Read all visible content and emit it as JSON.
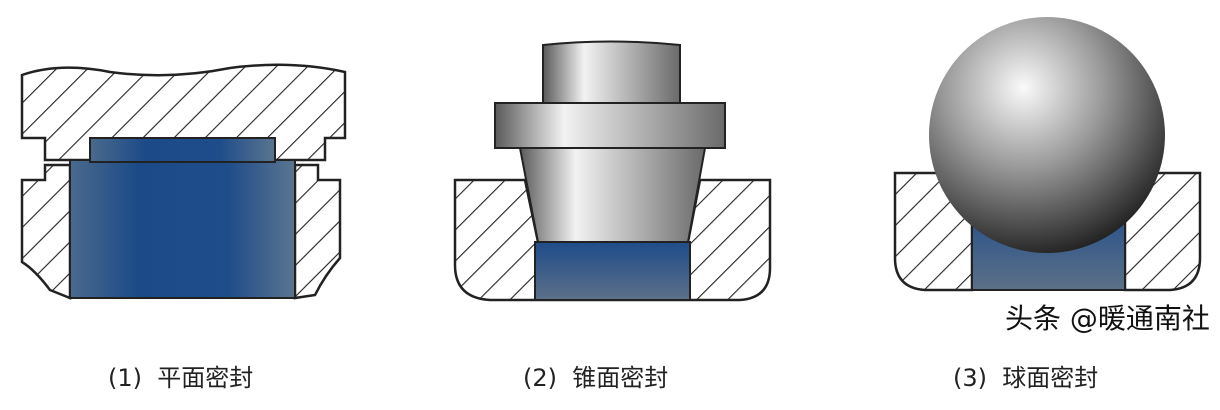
{
  "labels": [
    "(1)  平面密封",
    "(2)  锥面密封",
    "(3)  球面密封"
  ],
  "watermark": "头条 @暖通南社",
  "colors": {
    "fluid": "#1f4a85",
    "hatch": "#222222",
    "metal": "#9a9a9a"
  }
}
